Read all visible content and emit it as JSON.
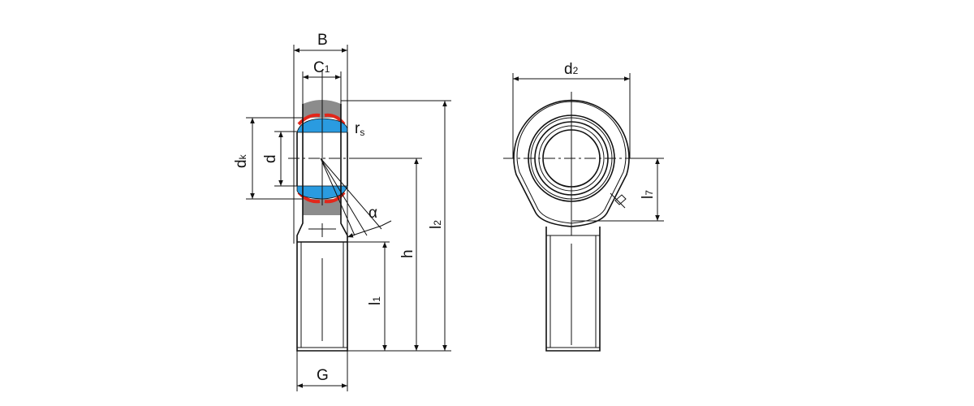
{
  "title": "Rod end technical drawing",
  "labels": {
    "B": "B",
    "C1": "C",
    "C1_sub": "1",
    "rs": "r",
    "rs_sub": "s",
    "dk": "d",
    "dk_sub": "k",
    "d": "d",
    "alpha": "α",
    "l2": "l",
    "l2_sub": "2",
    "h": "h",
    "l1": "l",
    "l1_sub": "1",
    "G": "G",
    "d2": "d",
    "d2_sub": "2",
    "l7": "l",
    "l7_sub": "7"
  },
  "colors": {
    "housing_gray": "#8c8c8c",
    "liner_red": "#e2261a",
    "ball_blue": "#2a9be0",
    "line": "#111111"
  }
}
